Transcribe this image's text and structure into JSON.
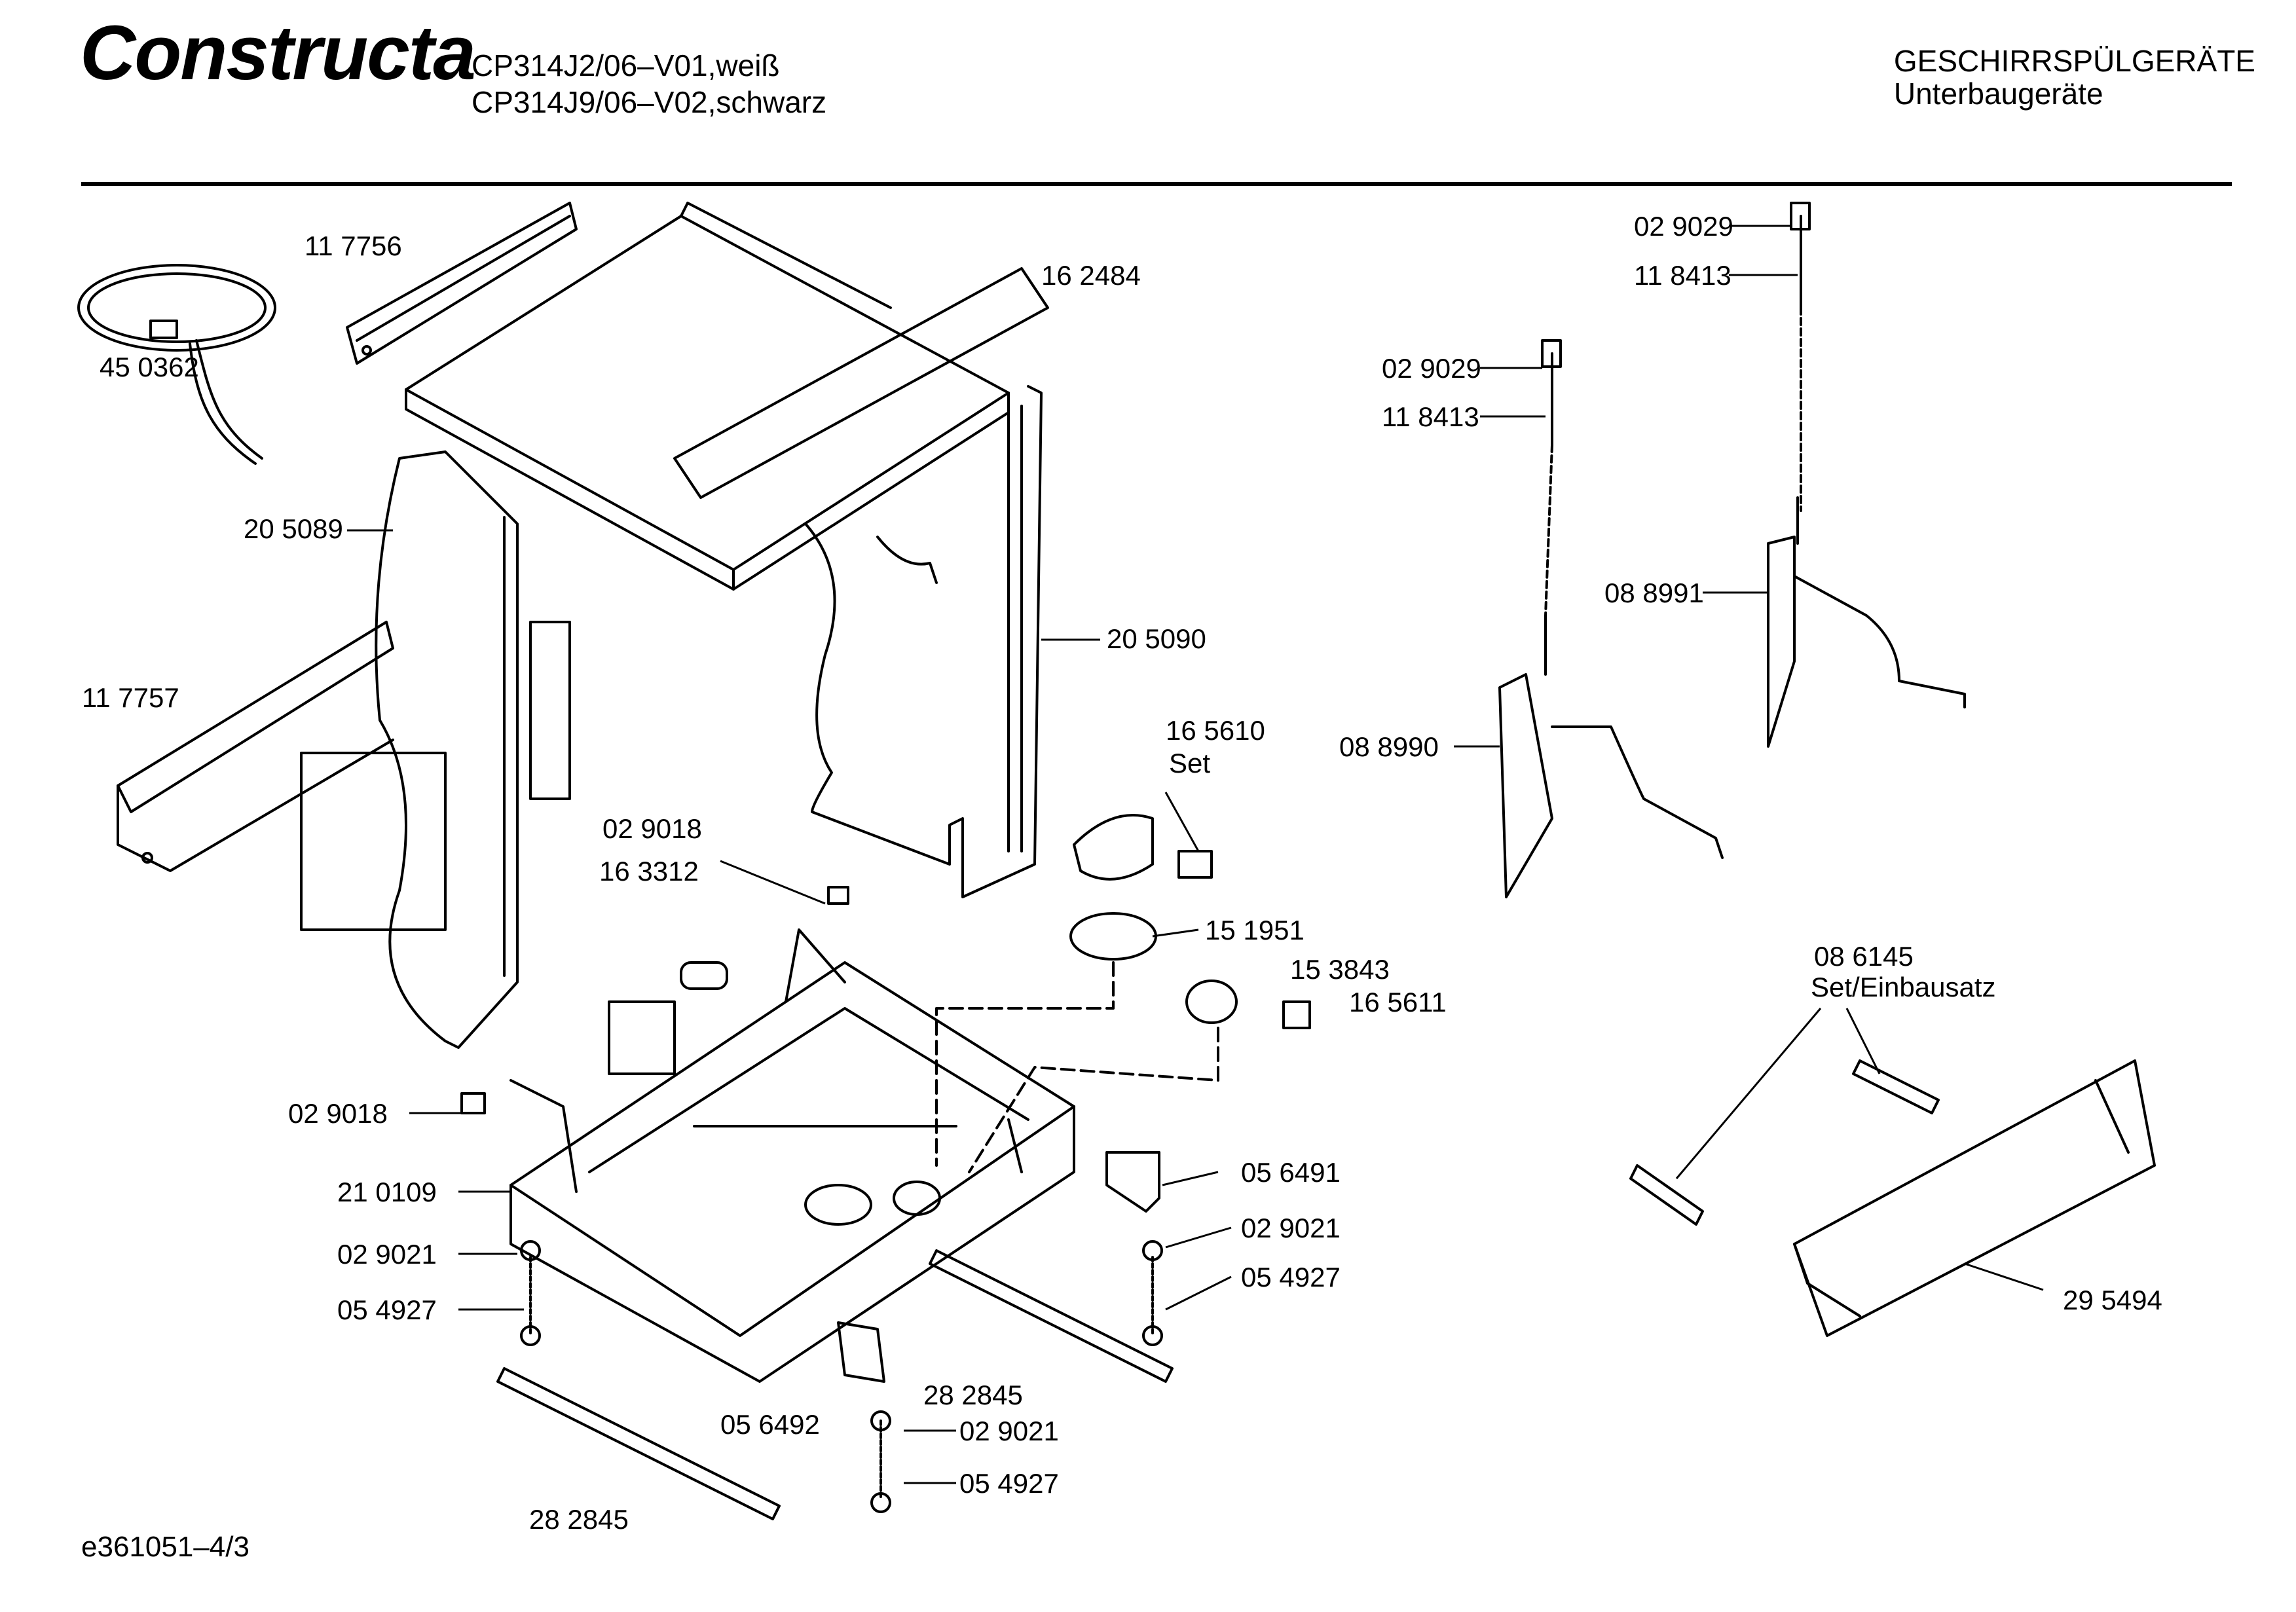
{
  "header": {
    "brand": "Constructa",
    "model_line_1": "CP314J2/06–V01,weiß",
    "model_line_2": "CP314J9/06–V02,schwarz",
    "category_line_1": "GESCHIRRSPÜLGERÄTE",
    "category_line_2": "Unterbaugeräte"
  },
  "footer": {
    "doc_id": "e361051–4/3"
  },
  "callouts": {
    "c450362": "45 0362",
    "c117756": "11 7756",
    "c162484": "16 2484",
    "c205089": "20 5089",
    "c117757": "11 7757",
    "c205090": "20 5090",
    "c165610": "16 5610",
    "set": "Set",
    "c029018a": "02 9018",
    "c163312": "16 3312",
    "c151951": "15 1951",
    "c153843": "15 3843",
    "c165611": "16 5611",
    "c029018b": "02 9018",
    "c210109": "21 0109",
    "c029021a": "02 9021",
    "c054927a": "05 4927",
    "c056491": "05 6491",
    "c029021b": "02 9021",
    "c054927b": "05 4927",
    "c282845a": "28 2845",
    "c056492": "05 6492",
    "c029021c": "02 9021",
    "c054927c": "05 4927",
    "c282845b": "28 2845",
    "c029029a": "02 9029",
    "c118413a": "11 8413",
    "c029029b": "02 9029",
    "c118413b": "11 8413",
    "c088991": "08 8991",
    "c088990": "08 8990",
    "c086145": "08 6145",
    "set_einbau": "Set/Einbausatz",
    "c295494": "29 5494"
  }
}
